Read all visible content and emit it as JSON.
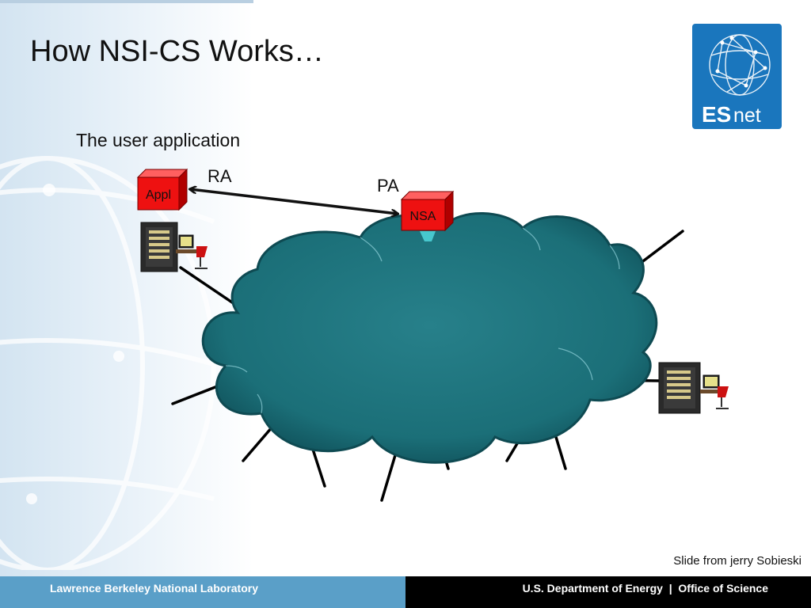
{
  "slide": {
    "title": "How NSI-CS Works…",
    "subtitle": "The user application",
    "credit": "Slide from jerry Sobieski"
  },
  "diagram": {
    "appl_box_label": "Appl",
    "ra_label": "RA",
    "nsa_box_label": "NSA",
    "pa_label": "PA"
  },
  "logo": {
    "text_es": "ES",
    "text_net": "net"
  },
  "footer": {
    "left": "Lawrence Berkeley National Laboratory",
    "right": "U.S. Department of Energy  |  Office of Science"
  },
  "colors": {
    "cloud_fill": "#1b6f78",
    "box_red": "#ee1111",
    "logo_blue": "#1a76bd",
    "footer_blue": "#5a9fc8"
  }
}
